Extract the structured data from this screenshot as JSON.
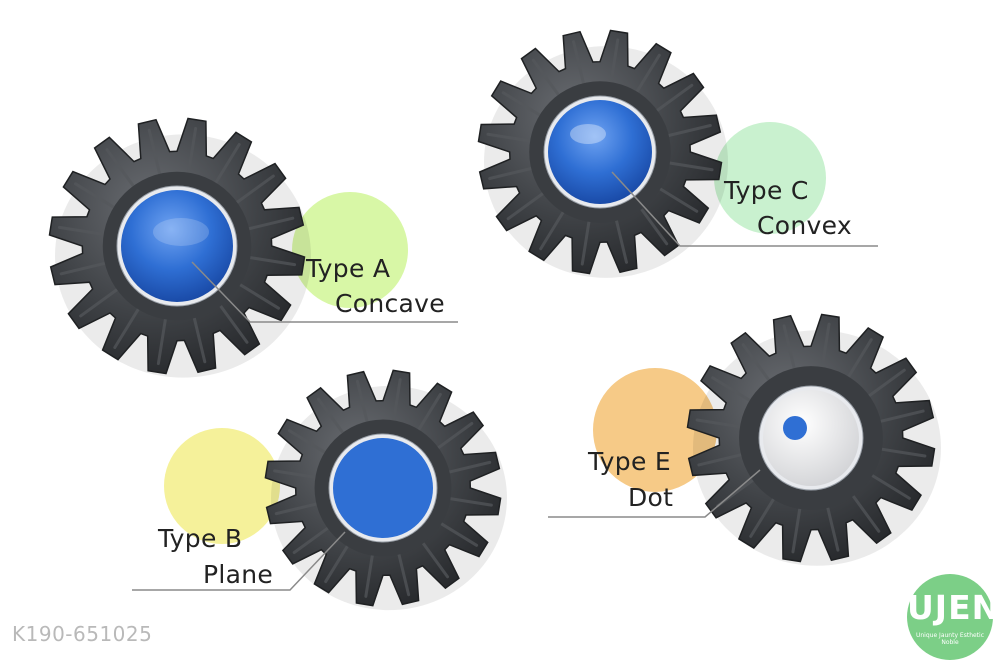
{
  "gears": [
    {
      "id": "type-a",
      "title": "Type A",
      "subtitle": "Concave",
      "blob_color": "#d8f7a6",
      "button_color": "#2f6fd4",
      "button_style": "concave"
    },
    {
      "id": "type-c",
      "title": "Type C",
      "subtitle": "Convex",
      "blob_color": "#c9f1cf",
      "button_color": "#2f6fd4",
      "button_style": "convex"
    },
    {
      "id": "type-b",
      "title": "Type B",
      "subtitle": "Plane",
      "blob_color": "#f5f19a",
      "button_color": "#2f6fd4",
      "button_style": "plane"
    },
    {
      "id": "type-e",
      "title": "Type E",
      "subtitle": "Dot",
      "blob_color": "#f6ca87",
      "button_color": "#e5e5e5",
      "button_style": "dot"
    }
  ],
  "product_code": "K190-651025",
  "logo": {
    "text": "UJEN",
    "tagline": "Unique Jaunty Esthetic Noble",
    "color": "#7ccf87"
  }
}
